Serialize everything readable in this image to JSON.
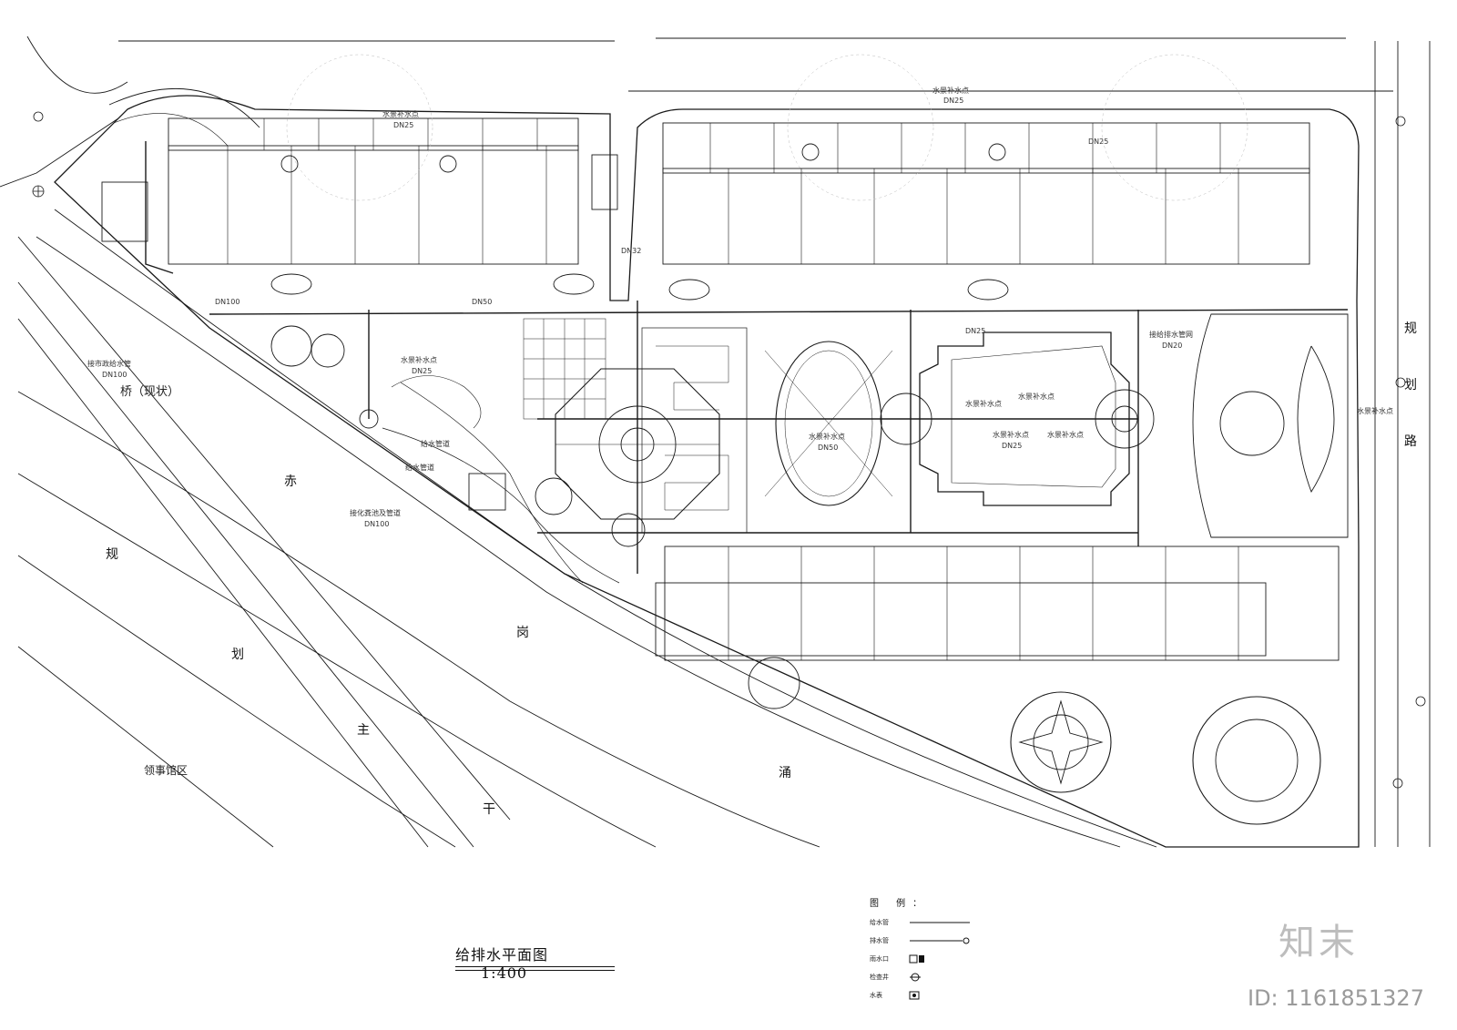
{
  "drawing_title": "给排水平面图",
  "drawing_scale": "1:400",
  "road_labels": {
    "guihua_lu": [
      "规",
      "划",
      "路"
    ],
    "chigang_main": [
      "规",
      "划",
      "主",
      "干"
    ],
    "chigang_road": [
      "赤",
      "岗",
      "涌"
    ],
    "bridge": "桥（现状）",
    "district": "领事馆区"
  },
  "annotations": {
    "top_left_point": "水景补水点",
    "top_left_dn": "DN25",
    "top_right_point": "水景补水点",
    "top_right_dn": "DN25",
    "right_point": "水景补水点",
    "center_point": "水景补水点",
    "center_dn": "DN50",
    "pool_point_1": "水景补水点",
    "pool_point_2": "水景补水点",
    "pool_point_3": "水景补水点",
    "pool_point_4": "水景补水点",
    "pool_dn": "DN25",
    "left_connect_1": "接市政给水管",
    "left_connect_dn": "DN100",
    "left_point": "水景补水点",
    "left_dn": "DN25",
    "garden_note_1": "给水管道",
    "garden_note_2": "给水管道",
    "garden_note_3": "接化粪池及管道",
    "garden_dn": "DN100",
    "right_note": "接给排水管网",
    "right_dn": "DN20",
    "mid_dn_1": "DN100",
    "mid_dn_2": "DN50",
    "mid_dn_3": "DN25",
    "mid_dn_4": "DN25",
    "mid_dn_5": "DN32"
  },
  "legend": {
    "title": "图 例：",
    "items": [
      {
        "label": "给水管"
      },
      {
        "label": "排水管"
      },
      {
        "label": "雨水口"
      },
      {
        "label": "检查井"
      },
      {
        "label": "水表"
      }
    ]
  },
  "watermark": {
    "logo": "知末",
    "id_text": "ID: 1161851327"
  },
  "colors": {
    "line": "#1a1a1a",
    "grid": "#cccccc",
    "watermark": "#bdbdbd"
  }
}
